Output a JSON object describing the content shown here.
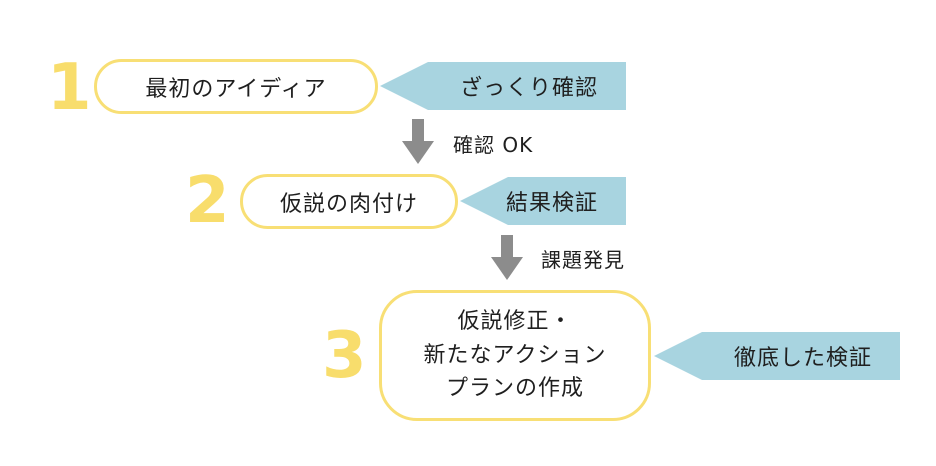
{
  "colors": {
    "number": "#f8dd6c",
    "box_border": "#f8df75",
    "tag_fill": "#a8d4e0",
    "arrow": "#8c8c8c"
  },
  "steps": [
    {
      "number": "1",
      "box": "最初のアイディア",
      "tag": "ざっくり確認",
      "arrow_label": "確認 OK"
    },
    {
      "number": "2",
      "box": "仮説の肉付け",
      "tag": "結果検証",
      "arrow_label": "課題発見"
    },
    {
      "number": "3",
      "box": "仮説修正・\n新たなアクション\nプランの作成",
      "tag": "徹底した検証"
    }
  ]
}
